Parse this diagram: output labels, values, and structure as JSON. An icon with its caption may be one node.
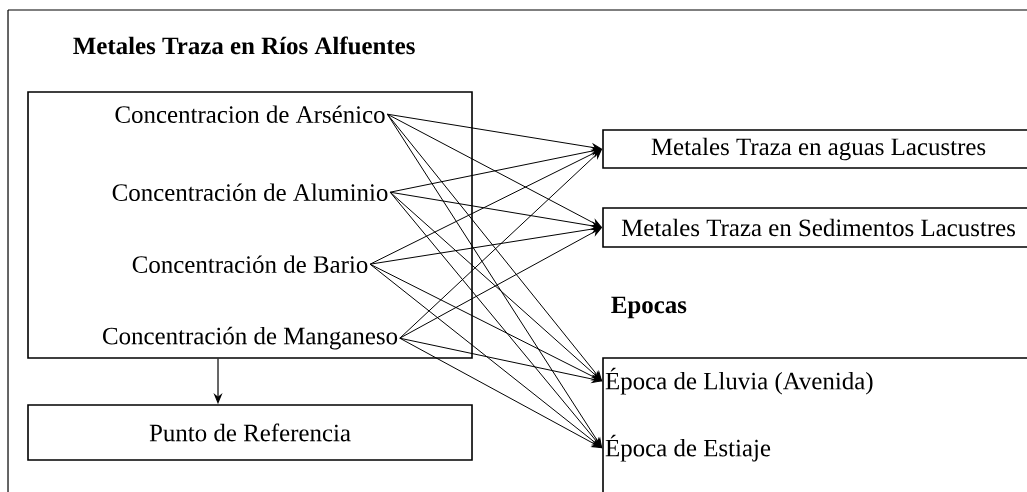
{
  "diagram": {
    "nodes": [
      {
        "text": [
          "Metales Traza en Ríos Alfuentes"
        ]
      },
      {
        "text": [
          "Concentracion de Arsénico"
        ],
        "in": 0
      },
      {
        "text": [
          "Concentración de Aluminio"
        ],
        "in": 0
      },
      {
        "text": [
          "Concentración de Bario"
        ],
        "in": 0
      },
      {
        "text": [
          "Concentración de Manganeso"
        ],
        "in": 0
      },
      {
        "text": [
          "Punto de Referencia"
        ]
      },
      {
        "text": [
          "Metales Traza en aguas Lacustres"
        ]
      },
      {
        "text": [
          "Metales Traza en Sedimentos Lacustres"
        ]
      },
      {
        "text": [
          "Epocas"
        ]
      },
      {
        "text": [
          "Época de Lluvia (Avenida)"
        ],
        "in": 8
      },
      {
        "text": [
          "Época de Estiaje"
        ],
        "in": 8
      }
    ],
    "edges": [
      {
        "from": 1,
        "to": 6,
        "arrow": "to"
      },
      {
        "from": 1,
        "to": 7,
        "arrow": "to"
      },
      {
        "from": 1,
        "to": 9,
        "arrow": "to"
      },
      {
        "from": 1,
        "to": 10,
        "arrow": "to"
      },
      {
        "from": 2,
        "to": 6,
        "arrow": "to"
      },
      {
        "from": 2,
        "to": 7,
        "arrow": "to"
      },
      {
        "from": 2,
        "to": 9,
        "arrow": "to"
      },
      {
        "from": 2,
        "to": 10,
        "arrow": "to"
      },
      {
        "from": 3,
        "to": 6,
        "arrow": "to"
      },
      {
        "from": 3,
        "to": 7,
        "arrow": "to"
      },
      {
        "from": 3,
        "to": 9,
        "arrow": "to"
      },
      {
        "from": 3,
        "to": 10,
        "arrow": "to"
      },
      {
        "from": 4,
        "to": 6,
        "arrow": "to"
      },
      {
        "from": 4,
        "to": 7,
        "arrow": "to"
      },
      {
        "from": 4,
        "to": 9,
        "arrow": "to"
      },
      {
        "from": 4,
        "to": 10,
        "arrow": "to"
      },
      {
        "from": 0,
        "to": 5,
        "arrow": "to"
      }
    ]
  }
}
